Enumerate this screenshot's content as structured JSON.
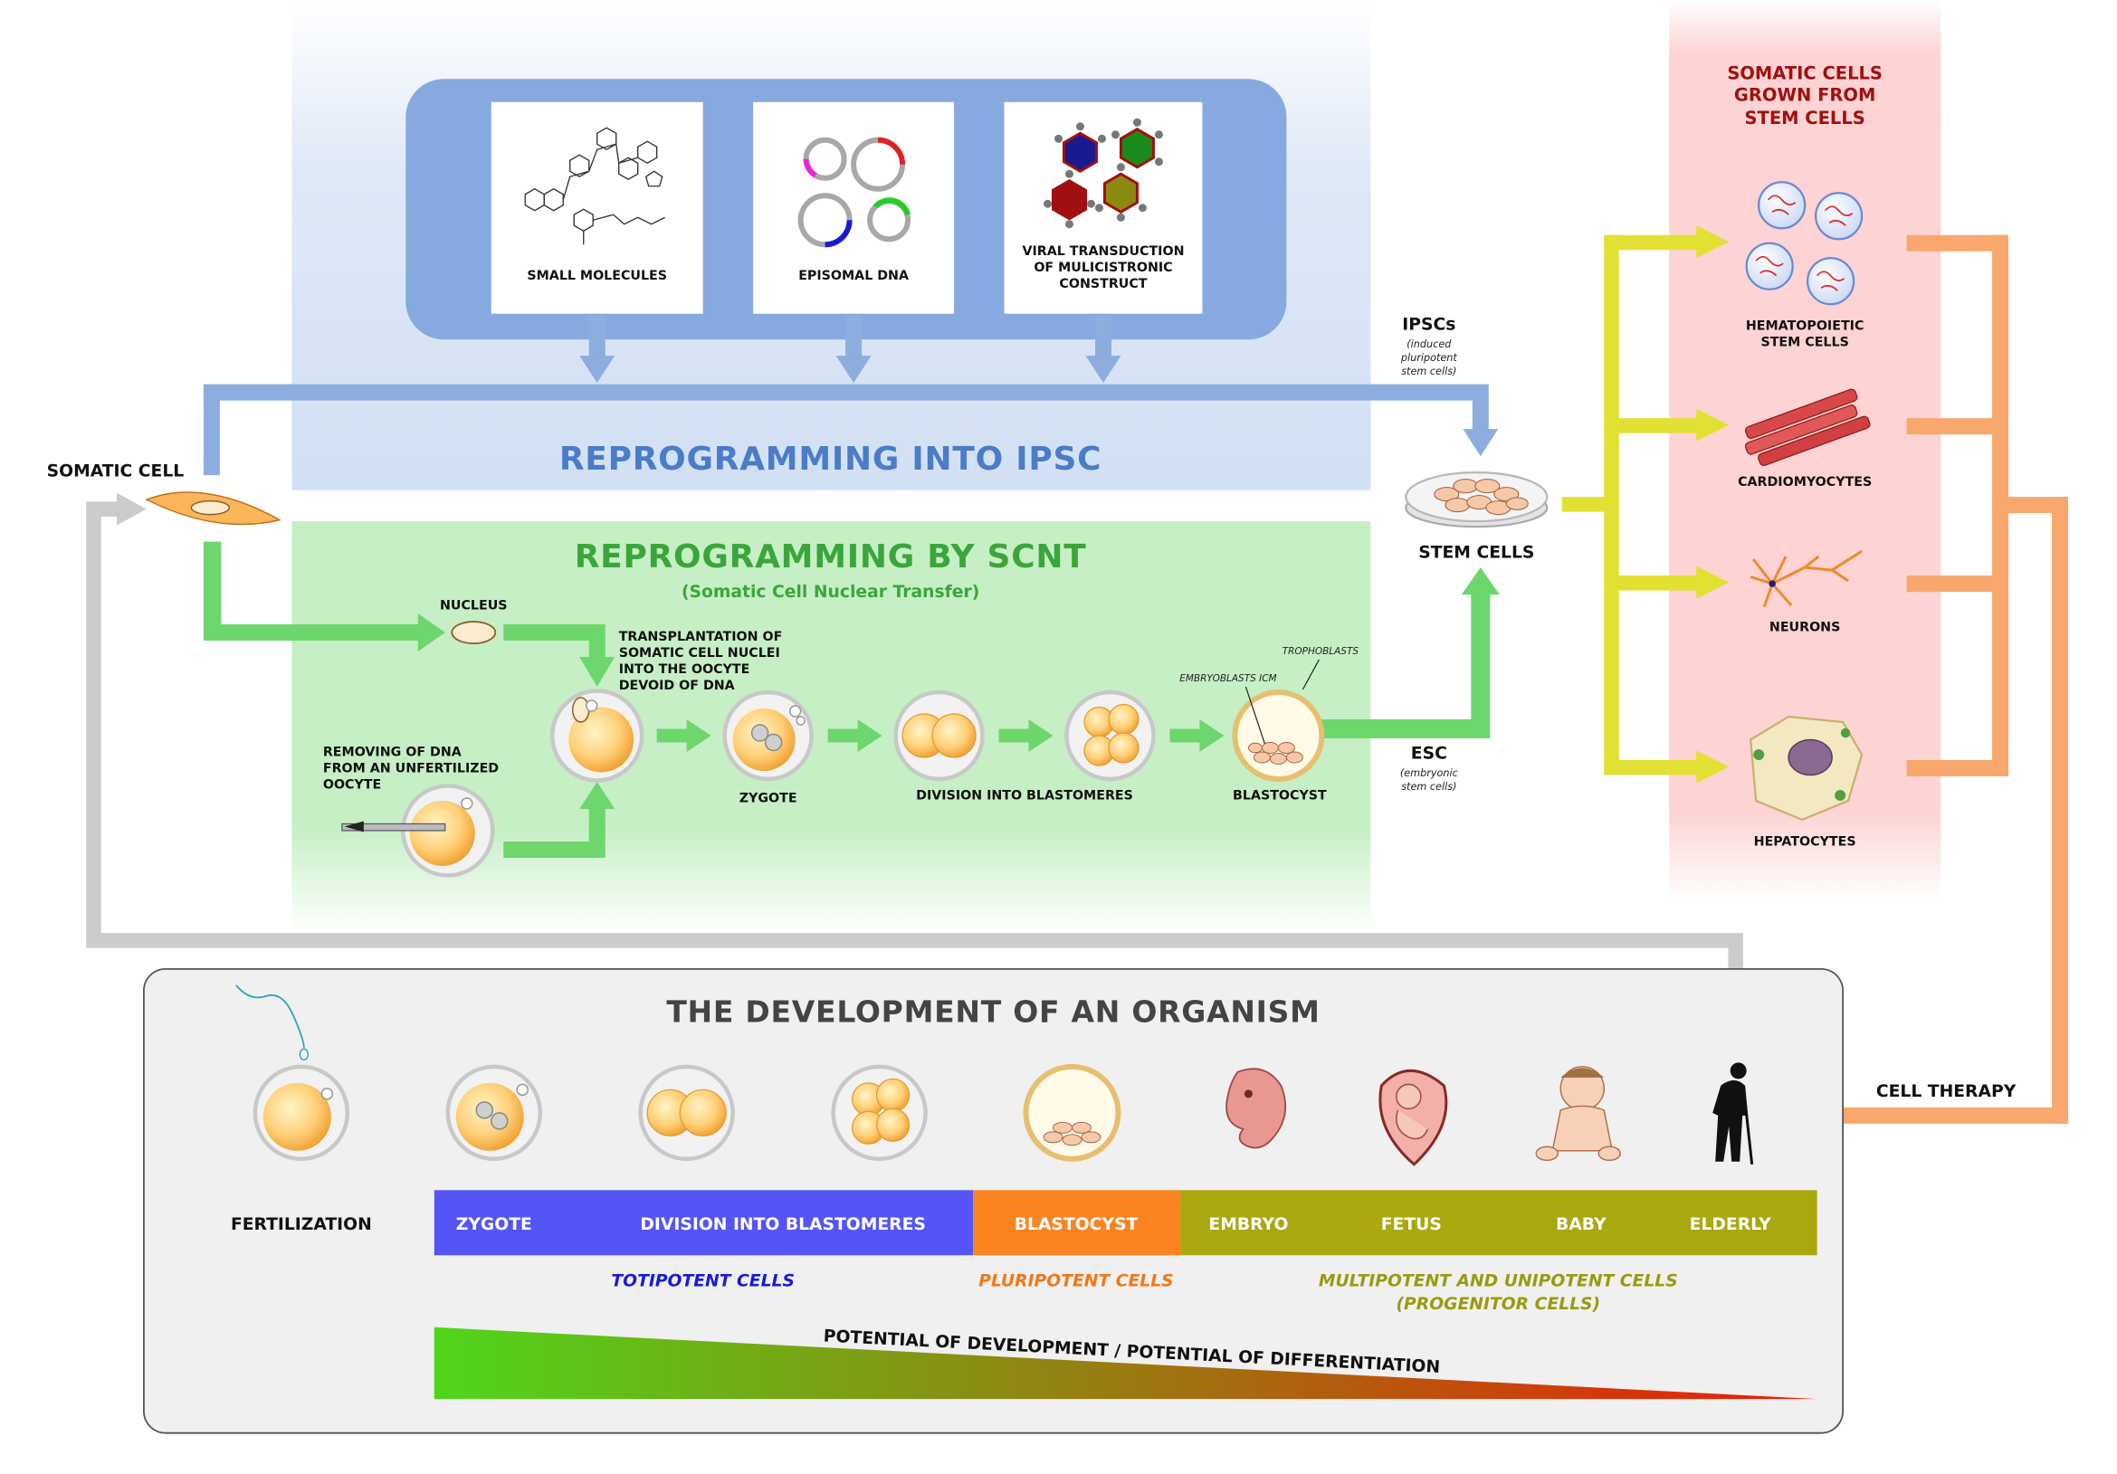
{
  "ipsc": {
    "title": "REPROGRAMMING INTO IPSC",
    "methods": [
      "SMALL MOLECULES",
      "EPISOMAL DNA"
    ],
    "viral": [
      "VIRAL TRANSDUCTION",
      "OF MULICISTRONIC",
      "CONSTRUCT"
    ]
  },
  "scnt": {
    "title": "REPROGRAMMING BY SCNT",
    "subtitle": "(Somatic Cell Nuclear Transfer)",
    "nucleus": "NUCLEUS",
    "transplant": [
      "TRANSPLANTATION OF",
      "SOMATIC CELL NUCLEI",
      "INTO THE OOCYTE",
      "DEVOID OF DNA"
    ],
    "removing": [
      "REMOVING OF DNA",
      "FROM AN UNFERTILIZED",
      "OOCYTE"
    ],
    "zygote": "ZYGOTE",
    "division": "DIVISION INTO BLASTOMERES",
    "blastocyst": "BLASTOCYST",
    "icm": "EMBRYOBLASTS ICM",
    "trophoblasts": "TROPHOBLASTS"
  },
  "somatic_cell": "SOMATIC CELL",
  "ipscs": {
    "label": "IPSCs",
    "note": [
      "(induced",
      "pluripotent",
      "stem cells)"
    ]
  },
  "stem_cells": "STEM CELLS",
  "esc": {
    "label": "ESC",
    "note": [
      "(embryonic",
      "stem cells)"
    ]
  },
  "grown": {
    "title": [
      "SOMATIC CELLS",
      "GROWN FROM",
      "STEM CELLS"
    ],
    "hematopoietic": [
      "HEMATOPOIETIC",
      "STEM CELLS"
    ],
    "cardio": "CARDIOMYOCYTES",
    "neurons": "NEURONS",
    "hepatocytes": "HEPATOCYTES"
  },
  "cell_therapy": "CELL THERAPY",
  "development": {
    "title": "THE DEVELOPMENT OF AN ORGANISM",
    "fertilization": "FERTILIZATION",
    "stages": [
      "ZYGOTE",
      "DIVISION INTO BLASTOMERES",
      "BLASTOCYST",
      "EMBRYO",
      "FETUS",
      "BABY",
      "ELDERLY"
    ],
    "totipotent": "TOTIPOTENT CELLS",
    "pluripotent": "PLURIPOTENT CELLS",
    "multipotent": [
      "MULTIPOTENT AND UNIPOTENT CELLS",
      "(PROGENITOR CELLS)"
    ],
    "potential": "POTENTIAL OF DEVELOPMENT / POTENTIAL OF DIFFERENTIATION"
  },
  "colors": {
    "ipsc_blue": "#4a7cc8",
    "scnt_green": "#3aa63a",
    "grown_red": "#a01010",
    "totipotent": "#5454f7",
    "pluripotent": "#fb8420",
    "multipotent": "#a9a80f",
    "arrow_blue": "#8dadde",
    "arrow_green": "#6dd66d",
    "arrow_yellow": "#e2e033",
    "arrow_orange": "#f8a86c",
    "arrow_gray": "#cccccc"
  }
}
